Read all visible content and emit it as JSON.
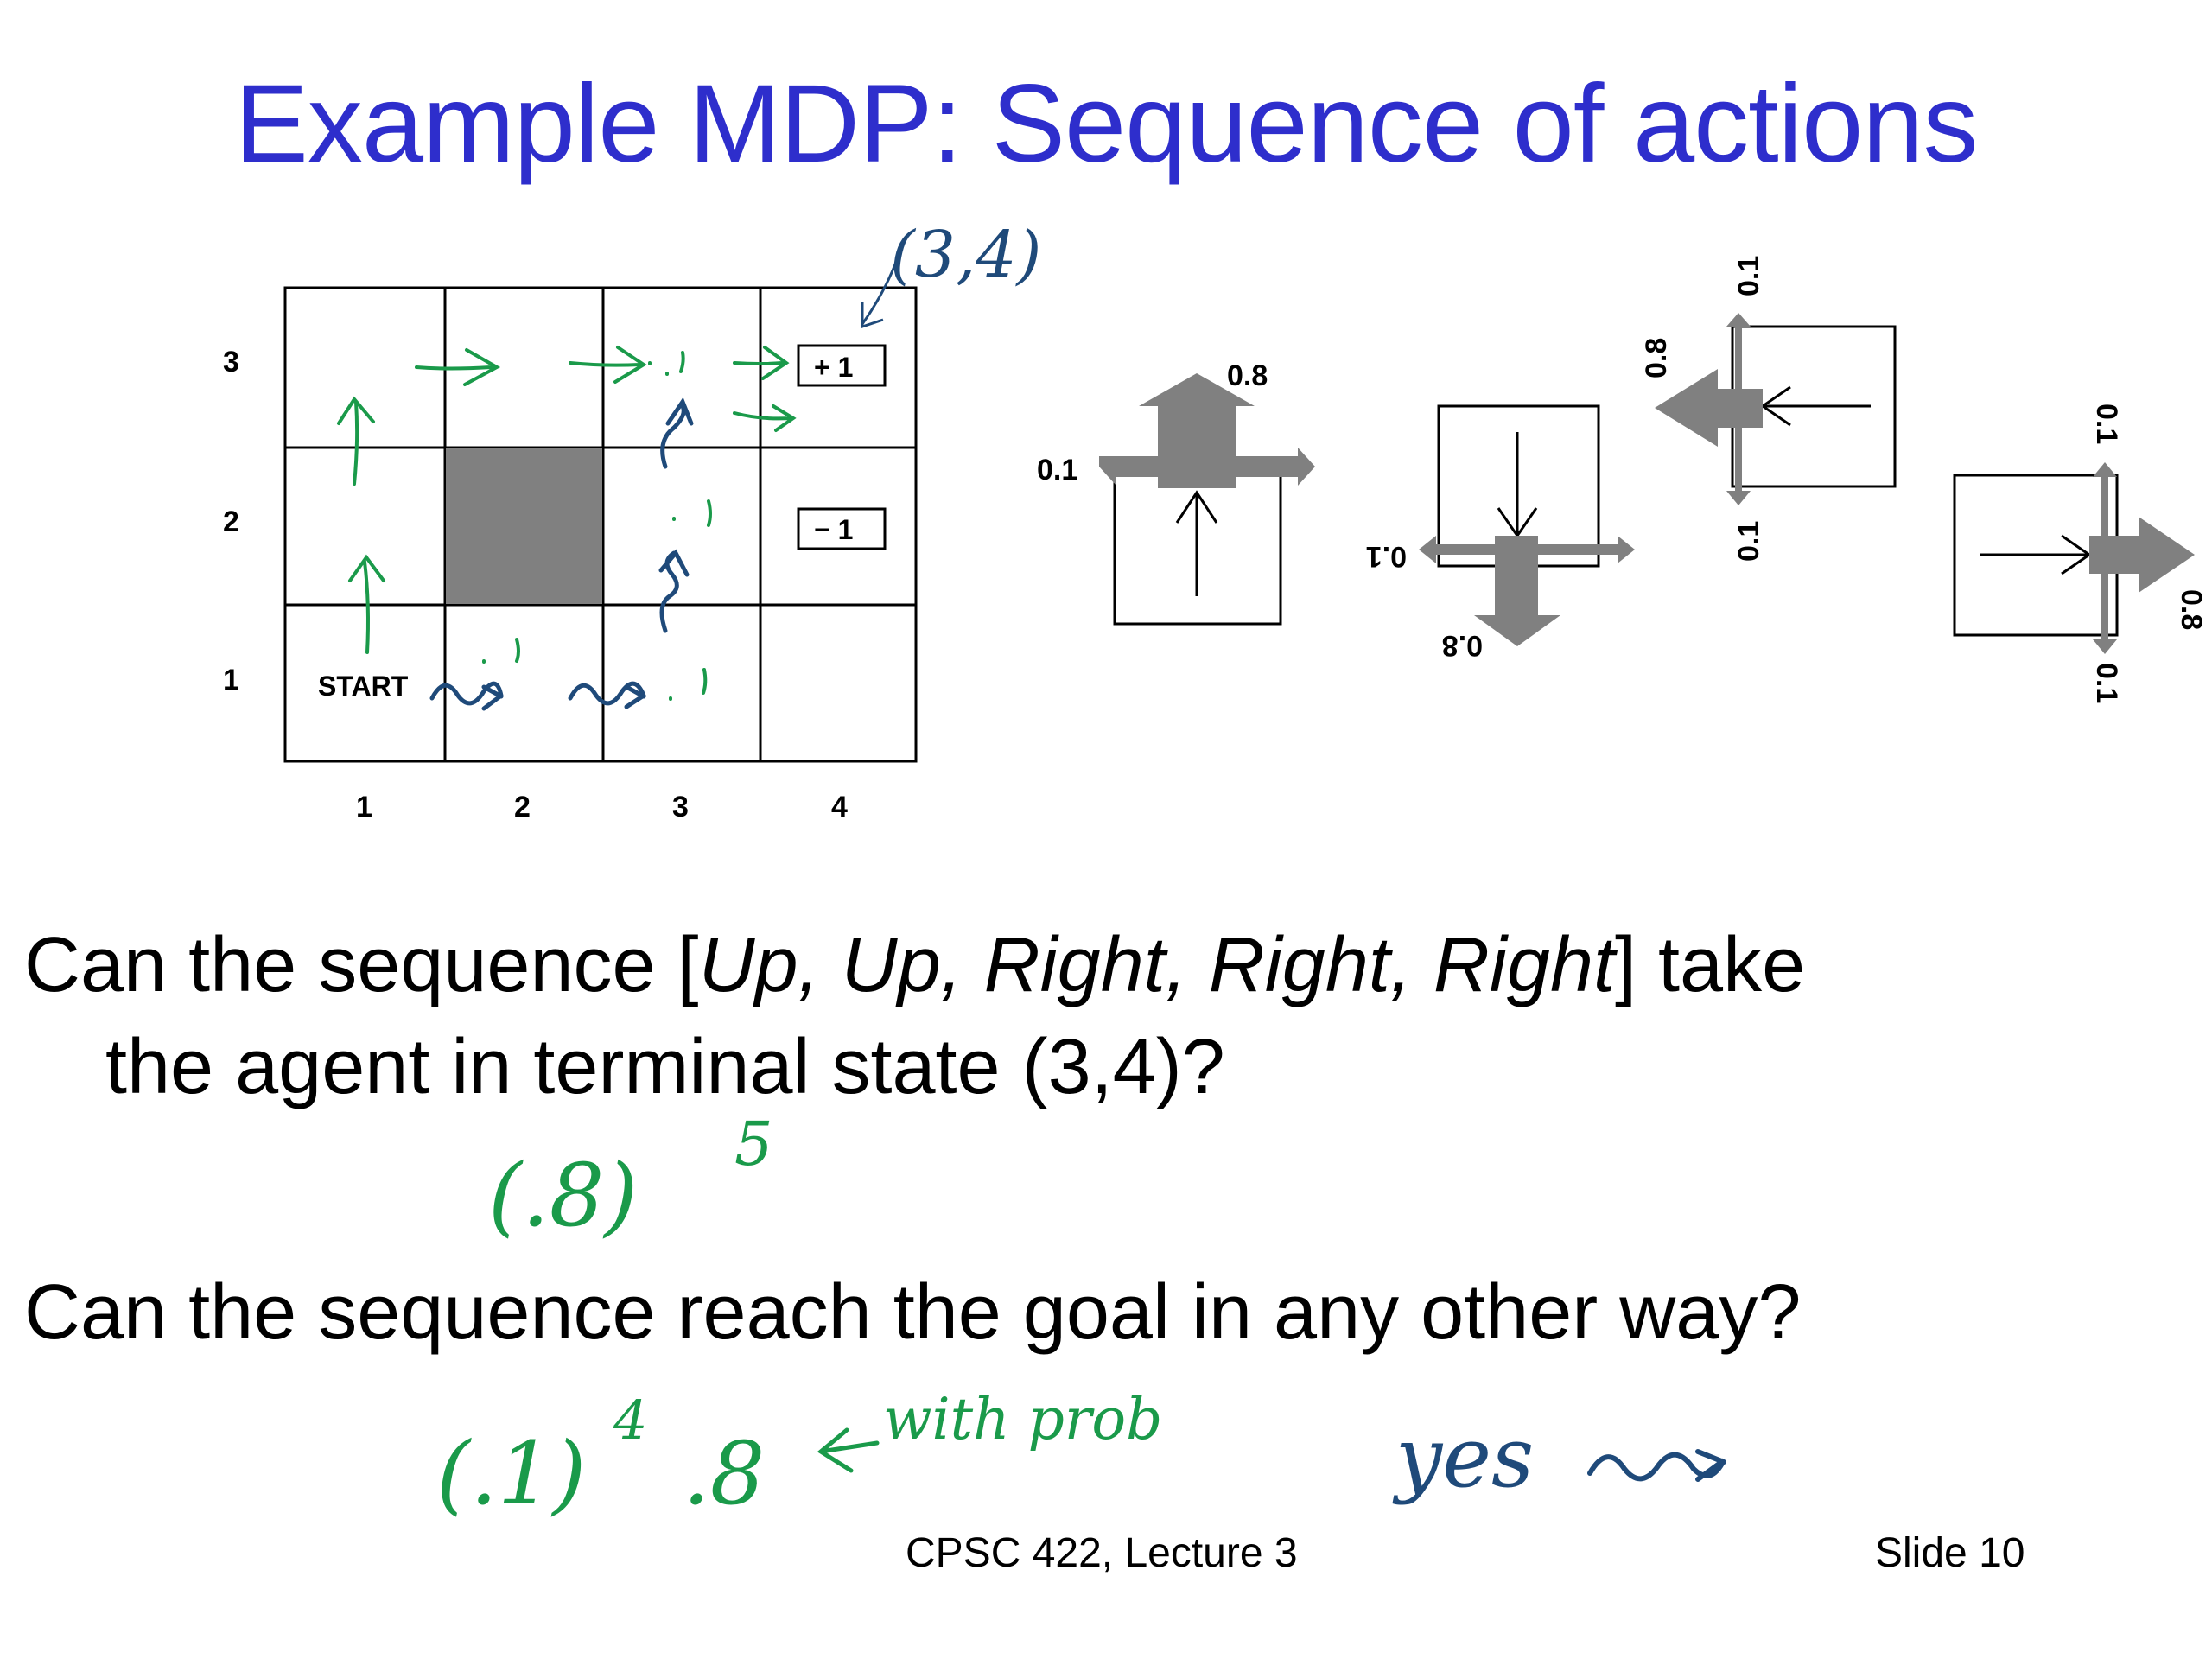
{
  "slide": {
    "title": "Example MDP: Sequence of actions",
    "question1_line1_pre": "Can the sequence [",
    "question1_actions": "Up, Up, Right, Right, Right",
    "question1_line1_post": "] take",
    "question1_line2": "the agent in terminal state (3,4)?",
    "question2": "Can the sequence reach the goal in any other way?",
    "footer_course": "CPSC 422, Lecture 3",
    "footer_slide": "Slide 10"
  },
  "grid": {
    "row_labels": [
      "3",
      "2",
      "1"
    ],
    "col_labels": [
      "1",
      "2",
      "3",
      "4"
    ],
    "start_label": "START",
    "goal_reward": "+ 1",
    "penalty_reward": "− 1"
  },
  "transition_model": {
    "intended_prob": "0.8",
    "slip_prob": "0.1",
    "diagrams": [
      "up",
      "down",
      "left",
      "right"
    ]
  },
  "annotations": {
    "terminal_label": "(3,4)",
    "answer1": "(.8)",
    "answer1_exp": "5",
    "answer2": "(.1)",
    "answer2_exp": "4",
    "answer2_tail": ".8",
    "answer2_note": "with prob",
    "yes": "yes",
    "ink_green": "#1a9a4a",
    "ink_blue": "#1f4a7a"
  }
}
